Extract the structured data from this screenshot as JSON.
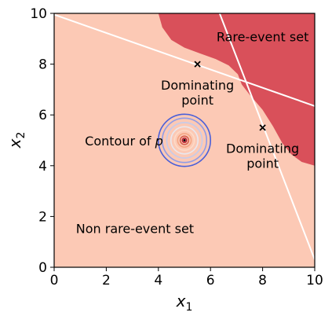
{
  "chart_data": {
    "type": "region",
    "title": "",
    "xlabel": "x",
    "xlabel_sub": "1",
    "ylabel": "x",
    "ylabel_sub": "2",
    "xlim": [
      0,
      10
    ],
    "ylim": [
      0,
      10
    ],
    "xticks": [
      0,
      2,
      4,
      6,
      8,
      10
    ],
    "yticks": [
      0,
      2,
      4,
      6,
      8,
      10
    ],
    "grid": false,
    "regions": {
      "safe": {
        "label": "Non rare-event set",
        "color": "#fcc9b5"
      },
      "rare": {
        "label": "Rare-event set",
        "color": "#d9505a",
        "boundary": [
          [
            4.0,
            10.0
          ],
          [
            4.15,
            9.45
          ],
          [
            4.5,
            8.95
          ],
          [
            5.0,
            8.65
          ],
          [
            5.6,
            8.42
          ],
          [
            6.2,
            8.2
          ],
          [
            6.7,
            7.95
          ],
          [
            7.05,
            7.6
          ],
          [
            7.2,
            7.2
          ],
          [
            7.5,
            6.8
          ],
          [
            8.0,
            6.2
          ],
          [
            8.4,
            5.55
          ],
          [
            8.75,
            4.9
          ],
          [
            9.1,
            4.45
          ],
          [
            9.5,
            4.15
          ],
          [
            10.0,
            4.0
          ]
        ]
      }
    },
    "lines": [
      {
        "x": [
          0,
          10
        ],
        "y": [
          9.95,
          6.35
        ],
        "color": "#ffffff"
      },
      {
        "x": [
          6.35,
          10
        ],
        "y": [
          10,
          0.3
        ],
        "color": "#ffffff"
      }
    ],
    "points": [
      {
        "x": 5.5,
        "y": 8.0,
        "marker": "x",
        "label": "Dominating point",
        "label_lines": [
          "Dominating",
          "point"
        ],
        "label_x": 5.5,
        "label_y": 7.0
      },
      {
        "x": 8.0,
        "y": 5.5,
        "marker": "x",
        "label": "Dominating point",
        "label_lines": [
          "Dominating",
          "point"
        ],
        "label_x": 8.0,
        "label_y": 4.5
      }
    ],
    "density": {
      "label_prefix": "Contour of",
      "label_symbol": "p",
      "center": [
        5.0,
        5.0
      ],
      "radii": [
        0.08,
        0.16,
        0.26,
        0.38,
        0.52,
        0.68,
        0.85,
        1.0
      ],
      "colors": [
        "#b2182b",
        "#d6604d",
        "#f4a582",
        "#fddbc7",
        "#e8e8f0",
        "#c6cbea",
        "#8f9ce6",
        "#4a5fd8"
      ]
    },
    "annotations": [
      {
        "text": "Rare-event set",
        "x": 8.0,
        "y": 8.9
      },
      {
        "text": "Non rare-event set",
        "x": 3.1,
        "y": 1.35
      }
    ]
  }
}
